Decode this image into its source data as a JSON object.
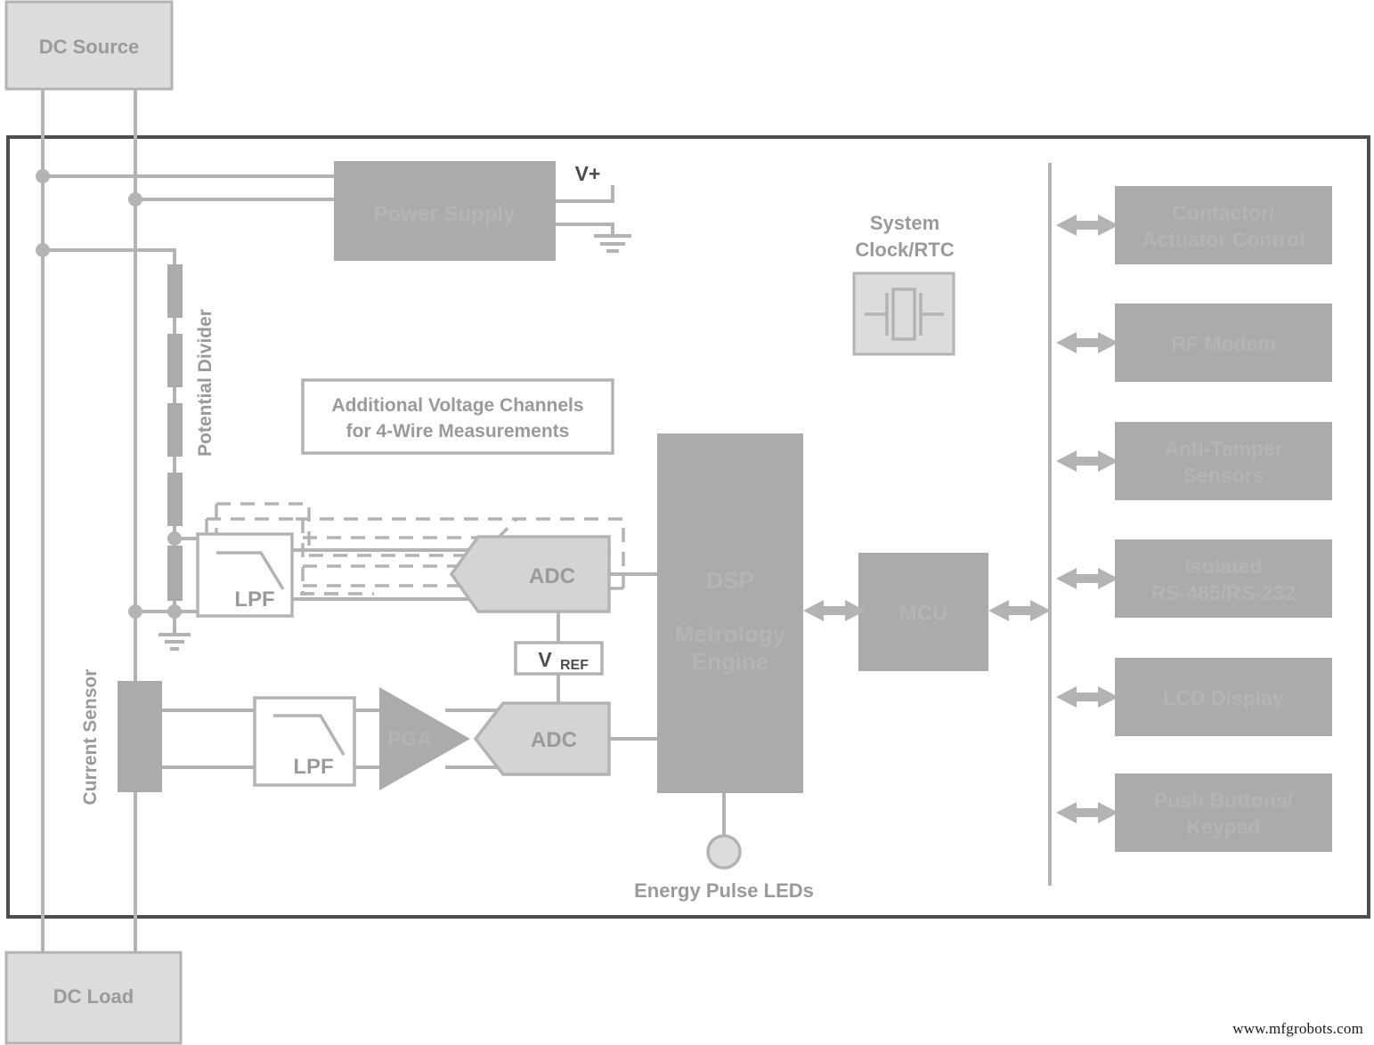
{
  "diagram": {
    "title": "DC Energy Meter Block Diagram",
    "colors": {
      "block_dark": "#ababab",
      "block_light": "#dcdcdc",
      "wire": "#b3b3b3",
      "frame": "#4d4d4d",
      "label_dark": "#9a9a9a",
      "label_ghost": "#b4b4b4"
    }
  },
  "external": {
    "dc_source": "DC Source",
    "dc_load": "DC Load"
  },
  "power": {
    "power_supply": "Power Supply",
    "v_plus": "V+"
  },
  "analog": {
    "potential_divider": "Potential Divider",
    "current_sensor": "Current Sensor",
    "lpf_voltage": "LPF",
    "lpf_current": "LPF",
    "pga": "PGA",
    "adc_voltage": "ADC",
    "adc_current": "ADC",
    "vref": "V",
    "vref_sub": "REF",
    "note_line1": "Additional Voltage Channels",
    "note_line2": "for 4-Wire Measurements"
  },
  "digital": {
    "dsp_line1": "DSP",
    "dsp_line2": "Metrology",
    "dsp_line3": "Engine",
    "mcu": "MCU",
    "clock_line1": "System",
    "clock_line2": "Clock/RTC",
    "energy_pulse_leds": "Energy Pulse LEDs"
  },
  "peripherals": [
    {
      "line1": "Contactor/",
      "line2": "Actuator Control"
    },
    {
      "line1": "RF Modem",
      "line2": ""
    },
    {
      "line1": "Anti-Tamper",
      "line2": "Sensors"
    },
    {
      "line1": "Isolated",
      "line2": "RS-485/RS-232"
    },
    {
      "line1": "LCD Display",
      "line2": ""
    },
    {
      "line1": "Push Buttons/",
      "line2": "Keypad"
    }
  ],
  "footer": {
    "watermark": "www.mfgrobots.com"
  }
}
